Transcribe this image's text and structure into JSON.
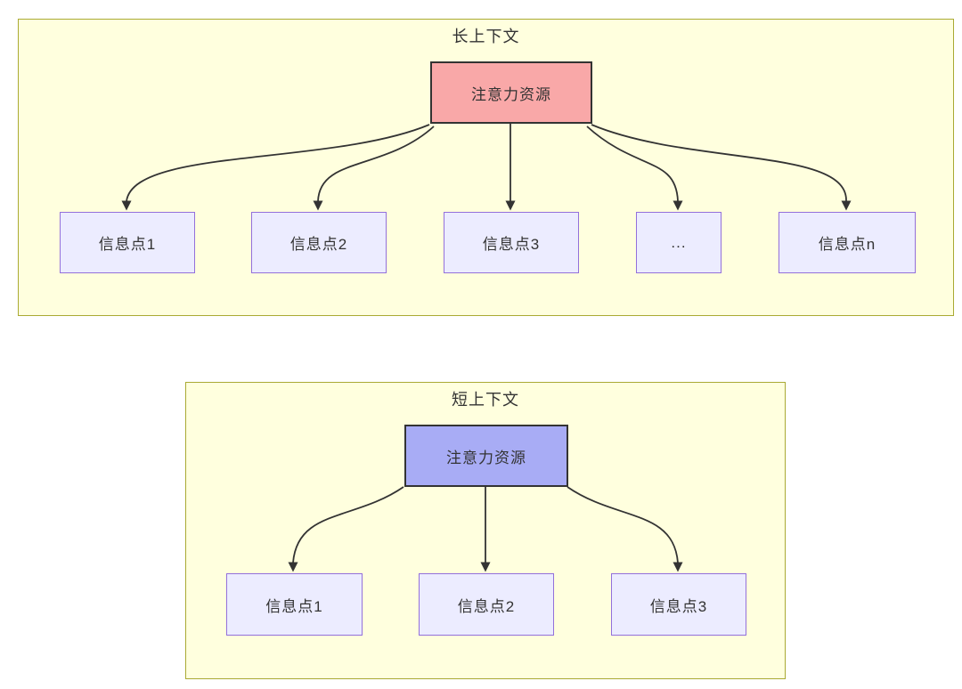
{
  "diagram": {
    "long_context": {
      "title": "长上下文",
      "root_label": "注意力资源",
      "children": [
        "信息点1",
        "信息点2",
        "信息点3",
        "...",
        "信息点n"
      ]
    },
    "short_context": {
      "title": "短上下文",
      "root_label": "注意力资源",
      "children": [
        "信息点1",
        "信息点2",
        "信息点3"
      ]
    },
    "colors": {
      "container_fill": "#ffffde",
      "container_border": "#aaaa33",
      "long_root_fill": "#f9a8a8",
      "short_root_fill": "#a8acf5",
      "node_fill": "#ececff",
      "node_border": "#9370db",
      "root_border": "#333333",
      "edge_color": "#333333"
    }
  }
}
